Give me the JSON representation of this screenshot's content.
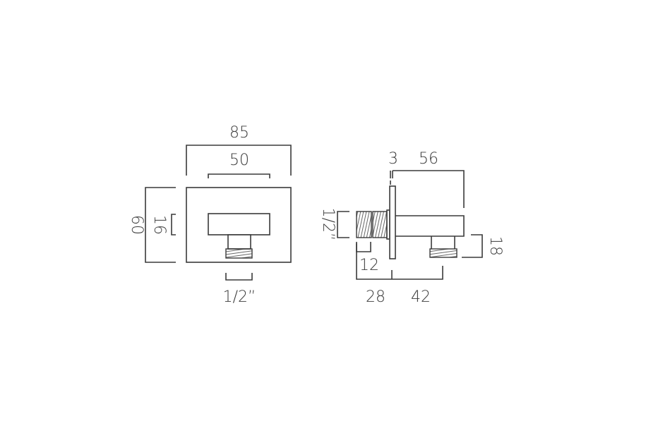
{
  "drawing": {
    "line_color": "#3a3a3a",
    "background": "#ffffff",
    "front_view": {
      "dimensions": {
        "overall_width": "85",
        "bar_width": "50",
        "overall_height": "60",
        "bar_height": "16",
        "thread_size": "1/2”"
      }
    },
    "side_view": {
      "dimensions": {
        "flange_thickness": "3",
        "arm_length": "56",
        "outlet_height": "18",
        "inlet_thread": "1/2”",
        "thread_length": "12",
        "tail_length": "28",
        "outlet_offset": "42"
      }
    }
  }
}
